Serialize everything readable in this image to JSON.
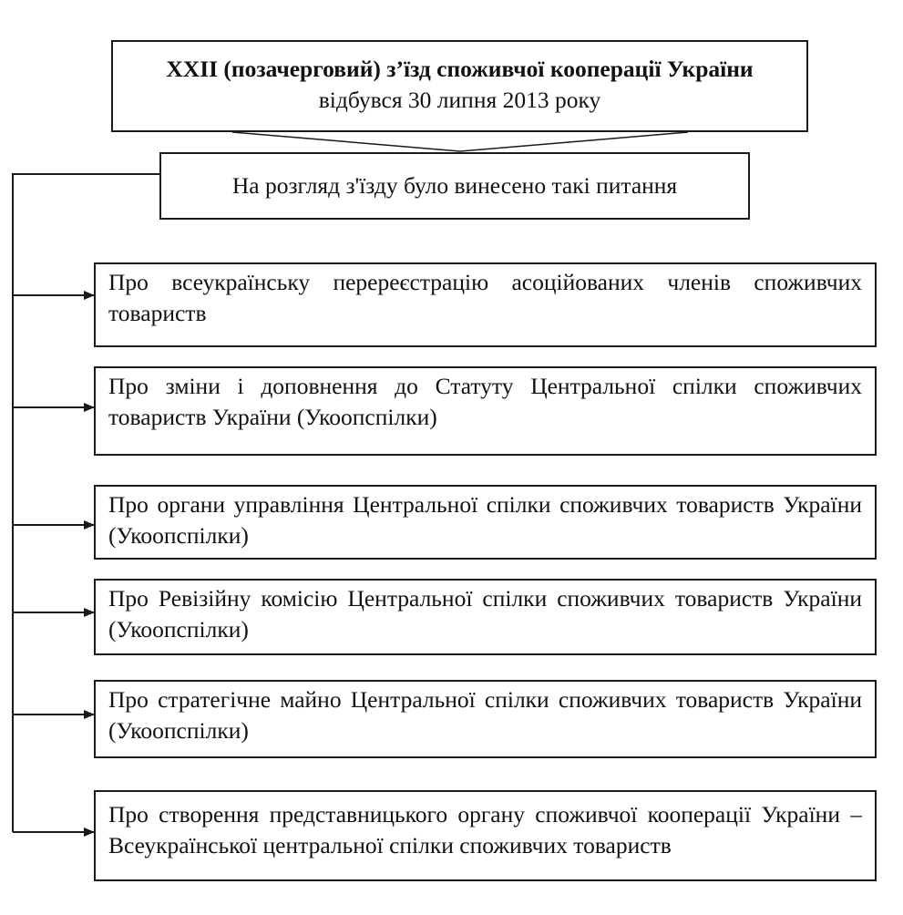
{
  "header": {
    "title": "XXII (позачерговий) з’їзд споживчої кооперації України",
    "subtitle": "відбувся 30 липня 2013 року"
  },
  "agenda_intro": "На розгляд з'їзду було винесено такі питання",
  "items": [
    "Про всеукраїнську перереєстрацію асоційованих членів споживчих товариств",
    "Про зміни і доповнення до Статуту Центральної спілки споживчих товариств України (Укоопспілки)",
    "Про органи управління Центральної спілки споживчих товариств України (Укоопспілки)",
    "Про Ревізійну комісію Центральної спілки споживчих товариств України (Укоопспілки)",
    "Про стратегічне майно Центральної спілки споживчих товариств України (Укоопспілки)",
    "Про створення представницького органу споживчої кооперації України – Всеукраїнської центральної спілки споживчих товариств"
  ]
}
